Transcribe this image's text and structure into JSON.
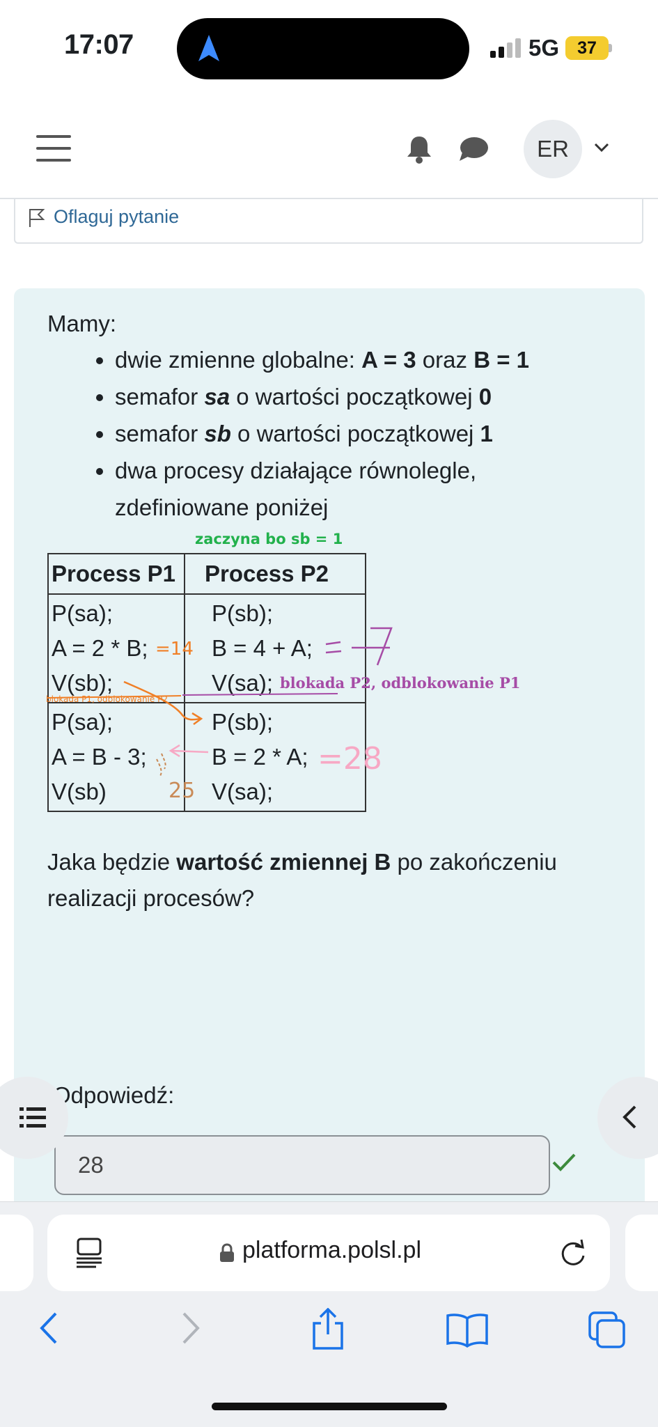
{
  "status_bar": {
    "time": "17:07",
    "network": "5G",
    "battery": "37"
  },
  "header": {
    "avatar_initials": "ER"
  },
  "flag": {
    "label": "Oflaguj pytanie"
  },
  "question": {
    "intro": "Mamy:",
    "bullets": [
      {
        "before": "dwie zmienne globalne: ",
        "b1": "A = 3",
        "mid": " oraz ",
        "b2": "B = 1"
      },
      {
        "before": "semafor ",
        "bi": "sa",
        "after": " o wartości początkowej ",
        "b": "0"
      },
      {
        "before": "semafor ",
        "bi": "sb",
        "after": " o wartości początkowej ",
        "b": "1"
      },
      {
        "text": "dwa procesy działające równolegle, zdefiniowane poniżej"
      }
    ],
    "table": {
      "headers": [
        "Process P1",
        "Process P2"
      ],
      "p1_block1": [
        "P(sa);",
        "A = 2 * B;",
        "V(sb);"
      ],
      "p2_block1": [
        "P(sb);",
        "B = 4 + A;",
        "V(sa);"
      ],
      "p1_block2": [
        "P(sa);",
        "A = B - 3;",
        "V(sb)"
      ],
      "p2_block2": [
        "P(sb);",
        "B = 2 * A;",
        "V(sa);"
      ]
    },
    "prompt_before": "Jaka będzie ",
    "prompt_bold": "wartość zmiennej B",
    "prompt_after": "  po zakończeniu realizacji procesów?"
  },
  "annotations": {
    "green": "zaczyna bo sb = 1",
    "purple": "blokada P2, odblokowanie P1",
    "orange": "blokada P1, odblokowanie P2",
    "orange_14": "=14",
    "purple_7": "= 7",
    "pink_28": "=28",
    "orange_25": "25",
    "colors": {
      "green": "#22b14c",
      "purple": "#a64ca6",
      "orange": "#f07f26",
      "pink": "#f7a8c4"
    }
  },
  "answer": {
    "label": "Odpowiedź:",
    "value": "28"
  },
  "browser": {
    "url": "platforma.polsl.pl"
  },
  "colors": {
    "card_bg": "#e7f3f5",
    "link": "#2f6896",
    "check": "#3c8a3c"
  }
}
